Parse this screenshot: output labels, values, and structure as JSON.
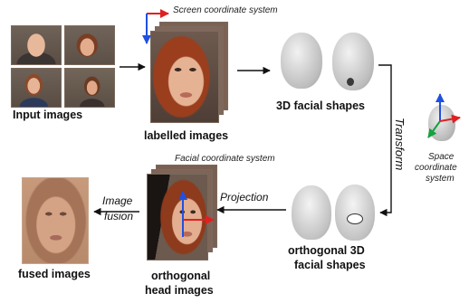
{
  "labels": {
    "input_images": "Input images",
    "labelled_images": "labelled images",
    "screen_coordinate_system": "Screen coordinate system",
    "facial_shapes_3d": "3D facial shapes",
    "transform": "Transform",
    "space_coordinate_system": [
      "Space",
      "coordinate",
      "system"
    ],
    "orthogonal_3d_facial_shapes": [
      "orthogonal 3D",
      "facial shapes"
    ],
    "projection": "Projection",
    "facial_coordinate_system": "Facial coordinate system",
    "orthogonal_head_images": [
      "orthogonal",
      "head images"
    ],
    "image_fusion": [
      "Image",
      "fusion"
    ],
    "fused_images": "fused images"
  },
  "colors": {
    "axis_red": "#e02020",
    "axis_blue": "#2050e0",
    "axis_green": "#18a040",
    "arrow": "#111111"
  }
}
